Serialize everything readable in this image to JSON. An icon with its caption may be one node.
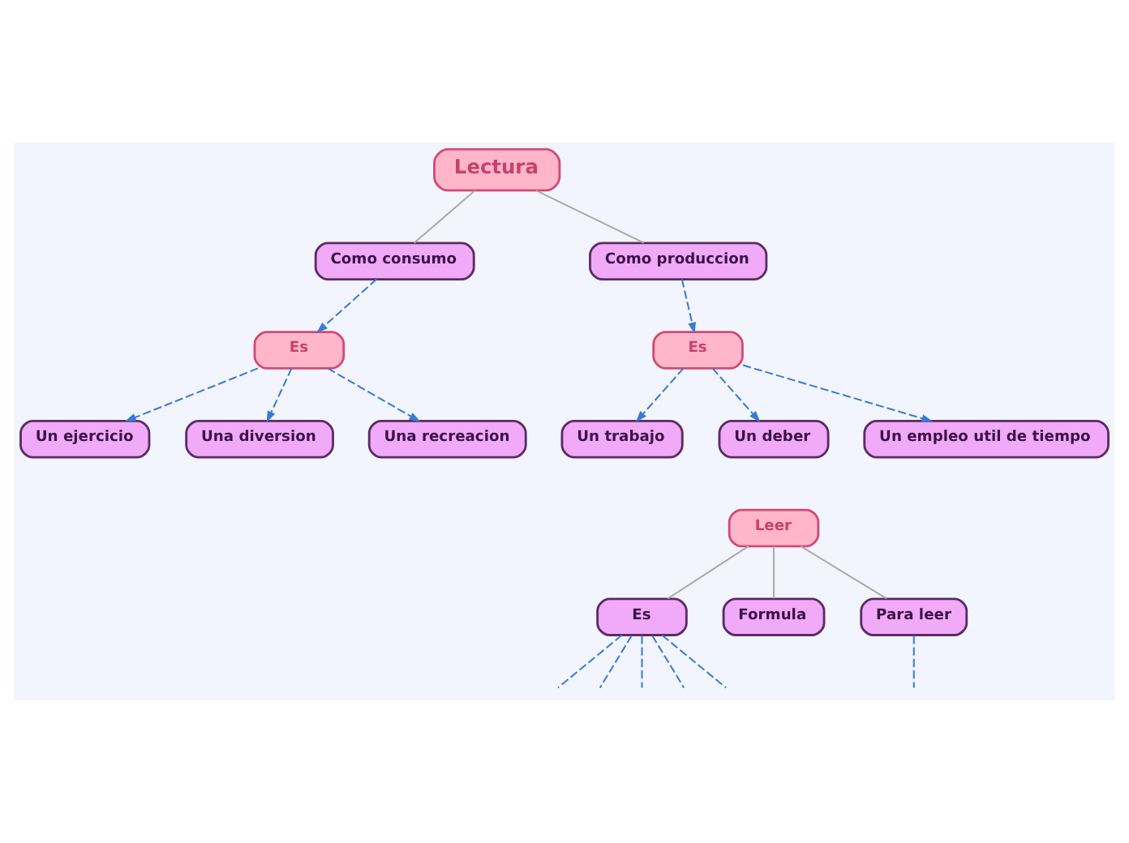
{
  "diagram": {
    "nodes": [
      {
        "text": [
          "Lectura"
        ]
      },
      {
        "text": [
          "Como consumo"
        ]
      },
      {
        "text": [
          "Es"
        ]
      },
      {
        "text": [
          "Un ejercicio"
        ]
      },
      {
        "text": [
          "Una diversion"
        ]
      },
      {
        "text": [
          "Una recreacion"
        ]
      },
      {
        "text": [
          "Como produccion"
        ]
      },
      {
        "text": [
          "Es"
        ]
      },
      {
        "text": [
          "Un trabajo"
        ]
      },
      {
        "text": [
          "Un deber"
        ]
      },
      {
        "text": [
          "Un empleo util de tiempo"
        ]
      },
      {
        "text": [
          "Leer"
        ]
      },
      {
        "text": [
          "Es"
        ]
      },
      {
        "text": [
          "Formula"
        ]
      },
      {
        "text": [
          "Para leer"
        ]
      }
    ],
    "edges": [
      {
        "from": 0,
        "to": 1,
        "arrow": "none",
        "color": "#aaaaaa"
      },
      {
        "from": 1,
        "to": 2,
        "arrow": "to",
        "style": "dashed"
      },
      {
        "from": 2,
        "to": 3,
        "arrow": "to",
        "style": "dashed"
      },
      {
        "from": 2,
        "to": 4,
        "arrow": "to",
        "style": "dashed"
      },
      {
        "from": 2,
        "to": 5,
        "arrow": "to",
        "style": "dashed"
      },
      {
        "from": 0,
        "to": 6,
        "arrow": "none",
        "color": "#aaaaaa"
      },
      {
        "from": 6,
        "to": 7,
        "arrow": "to",
        "style": "dashed"
      },
      {
        "from": 7,
        "to": 8,
        "arrow": "to",
        "style": "dashed"
      },
      {
        "from": 7,
        "to": 9,
        "arrow": "to",
        "style": "dashed"
      },
      {
        "from": 7,
        "to": 10,
        "arrow": "to",
        "style": "dashed"
      },
      {
        "from": 11,
        "to": 12,
        "arrow": "none",
        "color": "#aaaaaa"
      },
      {
        "from": 11,
        "to": 13,
        "arrow": "none",
        "color": "#aaaaaa"
      },
      {
        "from": 11,
        "to": 14,
        "arrow": "none",
        "color": "#aaaaaa"
      },
      {
        "from": 12,
        "to": null,
        "arrow": "none",
        "style": "dashed"
      },
      {
        "from": 12,
        "to": null,
        "arrow": "none",
        "style": "dashed"
      },
      {
        "from": 12,
        "to": null,
        "arrow": "none",
        "style": "dashed"
      },
      {
        "from": 12,
        "to": null,
        "arrow": "none",
        "style": "dashed"
      },
      {
        "from": 12,
        "to": null,
        "arrow": "none",
        "style": "dashed"
      },
      {
        "from": 14,
        "to": null,
        "arrow": "none",
        "style": "dashed"
      }
    ]
  }
}
